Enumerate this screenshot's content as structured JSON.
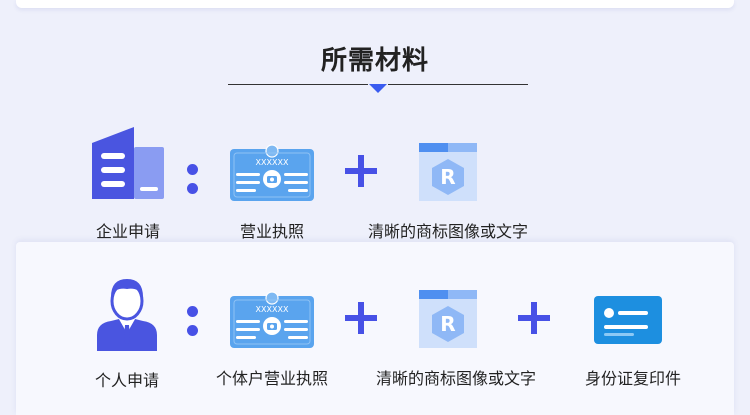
{
  "section": {
    "title": "所需材料"
  },
  "enterprise": {
    "label": "企业申请",
    "materials": [
      "营业执照",
      "清晰的商标图像或文字"
    ]
  },
  "individual": {
    "label": "个人申请",
    "materials": [
      "个体户营业执照",
      "清晰的商标图像或文字",
      "身份证复印件"
    ]
  },
  "license_card": {
    "number": "XXXXXX"
  },
  "trademark_mark": "R",
  "colors": {
    "accent": "#4751e6",
    "arrow": "#3a5cf0",
    "license_blue": "#5aa4ee",
    "id_card_blue": "#1d8fe0",
    "building_blue": "#4a55e0"
  },
  "icons": [
    "building-icon",
    "business-license-icon",
    "trademark-icon",
    "person-icon",
    "id-card-icon",
    "plus-icon",
    "colon-icon"
  ]
}
